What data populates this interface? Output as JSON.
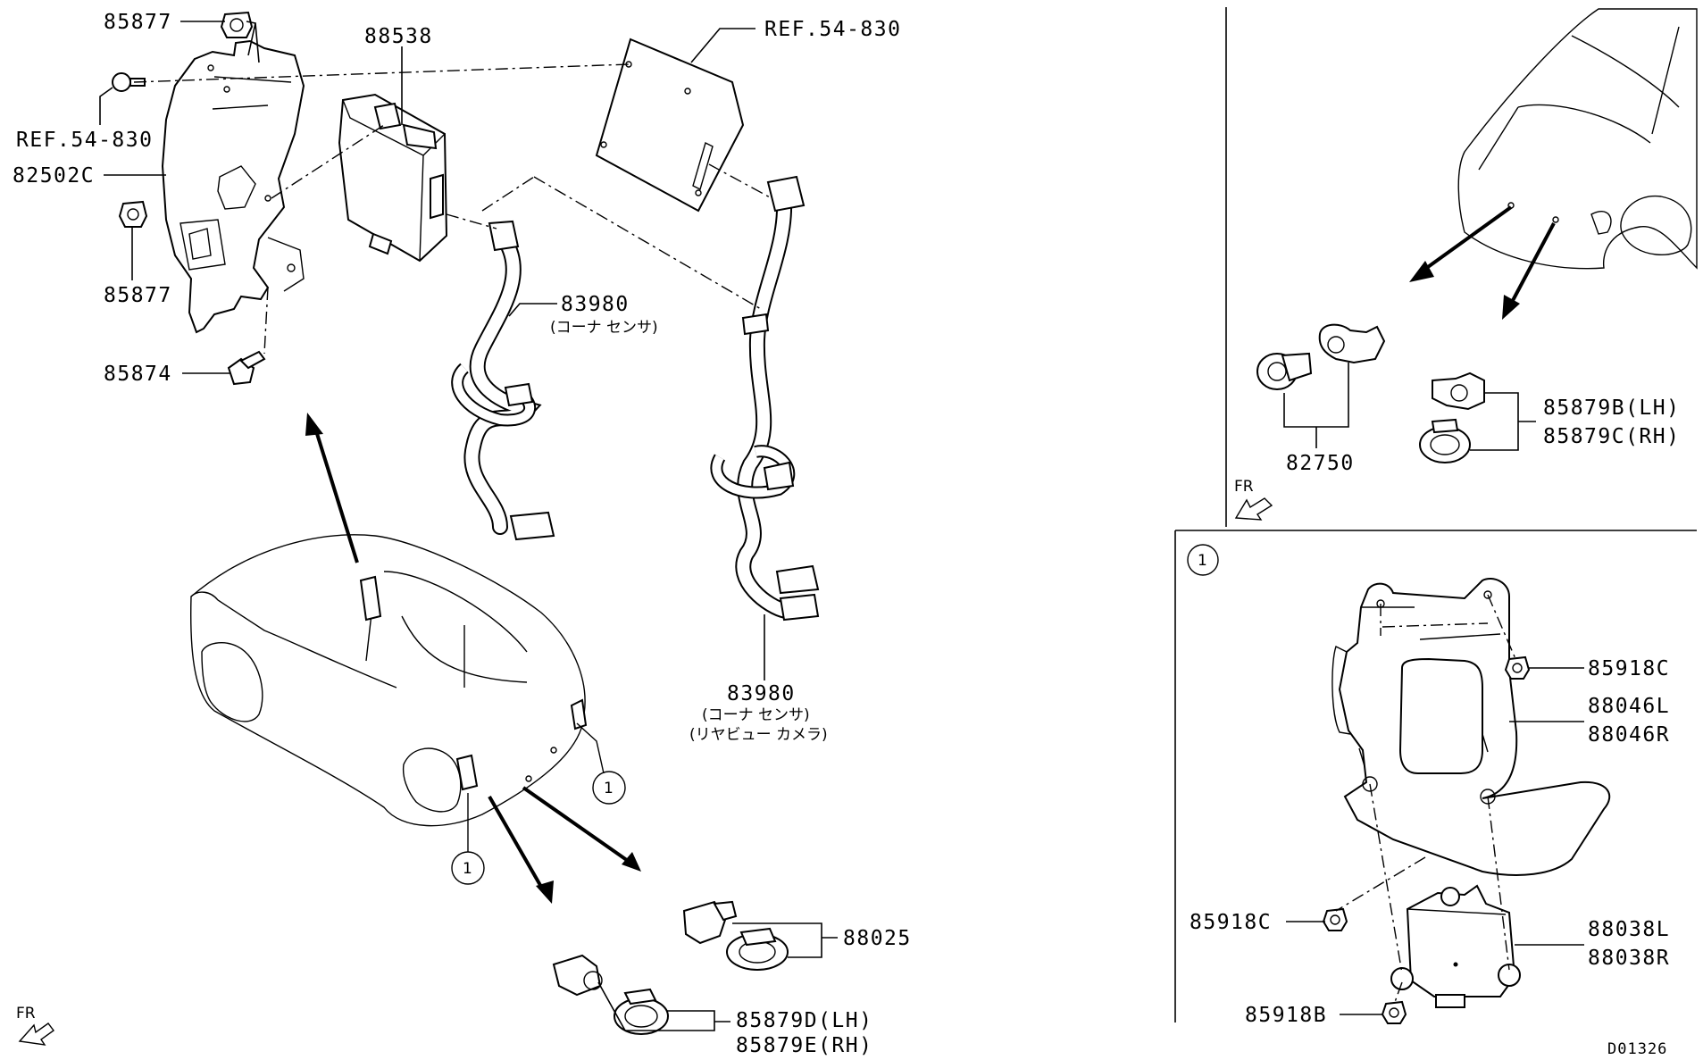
{
  "labels": {
    "p85877_top": "85877",
    "p88538": "88538",
    "ref_top": "REF.54-830",
    "ref_left": "REF.54-830",
    "p82502c": "82502C",
    "p85877_mid": "85877",
    "p83980_a": "83980",
    "p83980_a_note": "(コーナ センサ)",
    "p85874": "85874",
    "p83980_b": "83980",
    "p83980_b_note1": "(コーナ センサ)",
    "p83980_b_note2": "(リヤビュー カメラ)",
    "p88025": "88025",
    "p85879d": "85879D(LH)",
    "p85879e": "85879E(RH)",
    "fr_left": "FR",
    "callout_1a": "1",
    "callout_1b": "1",
    "p82750": "82750",
    "p85879b": "85879B(LH)",
    "p85879c": "85879C(RH)",
    "fr_right": "FR",
    "inset_callout": "1",
    "p85918c_top": "85918C",
    "p88046l": "88046L",
    "p88046r": "88046R",
    "p85918c_bot": "85918C",
    "p88038l": "88038L",
    "p88038r": "88038R",
    "p85918b": "85918B",
    "diagram_code": "D01326"
  }
}
